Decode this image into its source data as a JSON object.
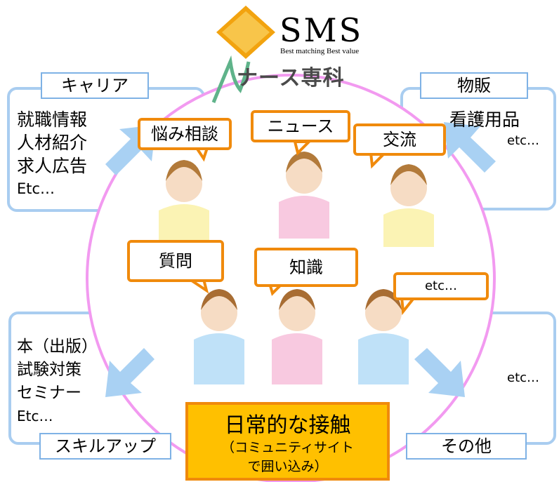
{
  "logo": {
    "name": "SMS",
    "tagline": "Best matching Best value",
    "brand": "ナース専科"
  },
  "corners": {
    "career": {
      "label": "キャリア",
      "items": [
        "就職情報",
        "人材紹介",
        "求人広告",
        "Etc…"
      ]
    },
    "sales": {
      "label": "物販",
      "items": [
        "看護用品",
        "etc…"
      ]
    },
    "skillup": {
      "label": "スキルアップ",
      "items": [
        "本（出版）",
        "試験対策",
        "セミナー",
        "Etc…"
      ]
    },
    "other": {
      "label": "その他",
      "items": [
        "etc…"
      ]
    }
  },
  "bubbles": {
    "worry": "悩み相談",
    "news": "ニュース",
    "exchange": "交流",
    "question": "質問",
    "knowledge": "知識",
    "etc": "etc…"
  },
  "center": {
    "title": "日常的な接触",
    "subtitle_line1": "（コミュニティサイト",
    "subtitle_line2": "で囲い込み）"
  },
  "colors": {
    "circle": "#f29af0",
    "box_border": "#a9cdf0",
    "arrow": "#a9d1f3",
    "bubble_border": "#f08a0c",
    "center_fill": "#ffc000"
  }
}
